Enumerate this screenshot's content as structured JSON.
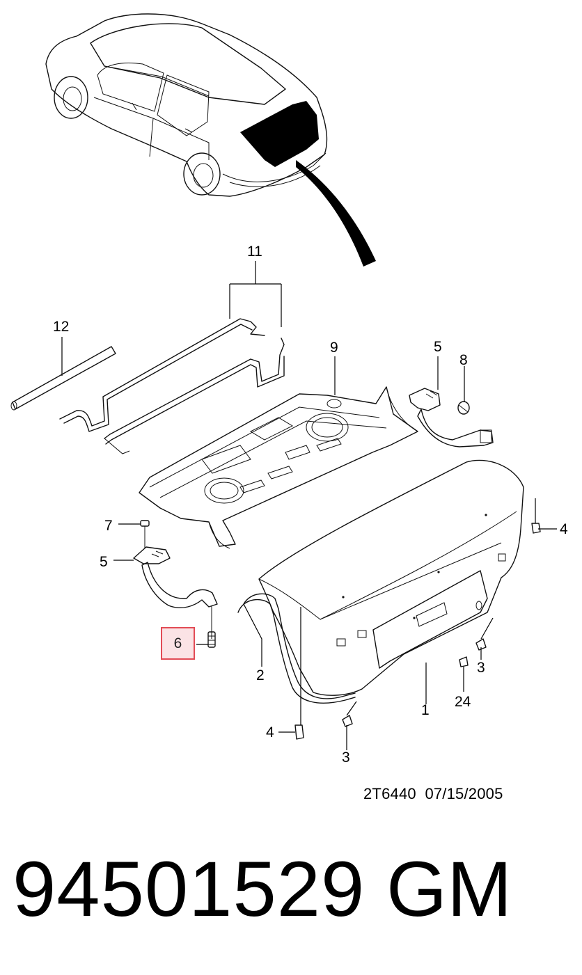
{
  "diagram": {
    "callouts": {
      "c1": "1",
      "c2": "2",
      "c3a": "3",
      "c3b": "3",
      "c4a": "4",
      "c4b": "4",
      "c5a": "5",
      "c5b": "5",
      "c6": "6",
      "c7": "7",
      "c8": "8",
      "c9": "9",
      "c11": "11",
      "c12": "12",
      "c24": "24"
    },
    "highlighted_callout": "6",
    "highlight_color": "#e24b55",
    "drawing_code": "2T6440  07/15/2005"
  },
  "footer": {
    "part_number": "94501529",
    "brand": "GM"
  }
}
